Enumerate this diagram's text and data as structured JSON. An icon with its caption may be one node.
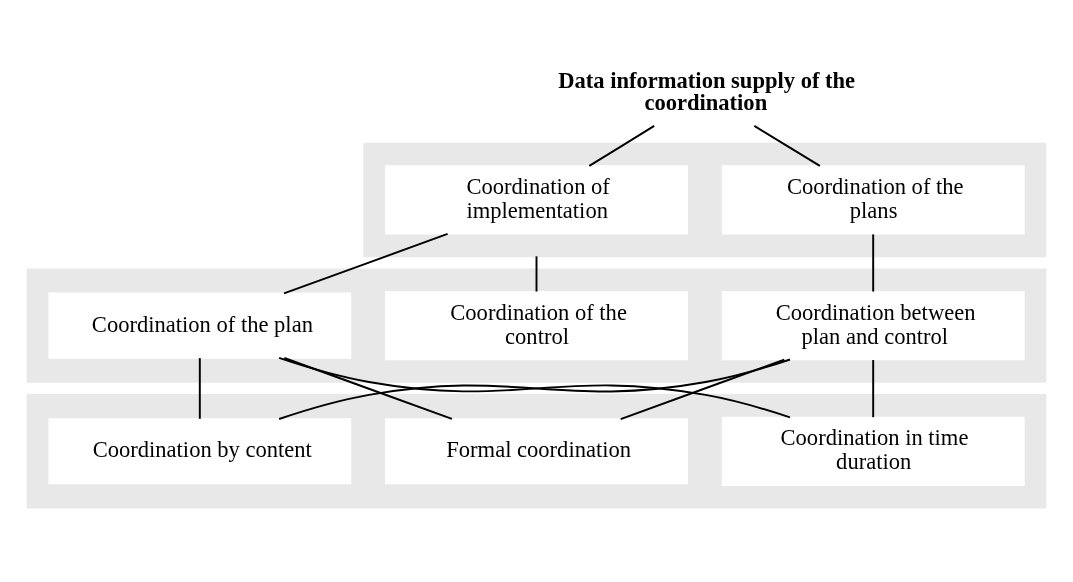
{
  "diagram": {
    "nodes": [
      {
        "text": [
          "Data information supply of the coordination"
        ]
      },
      {
        "text": [],
        "shape": "box"
      },
      {
        "text": [
          "Coordination of implementation"
        ],
        "in": 1
      },
      {
        "text": [
          "Coordination of the plans"
        ],
        "in": 1
      },
      {
        "text": [],
        "shape": "box"
      },
      {
        "text": [
          "Coordination of the plan"
        ],
        "in": 4
      },
      {
        "text": [
          "Coordination of the control"
        ],
        "in": 4
      },
      {
        "text": [
          "Coordination between plan and control"
        ],
        "in": 4
      },
      {
        "text": [],
        "shape": "box"
      },
      {
        "text": [
          "Coordination in time duration"
        ],
        "in": 8
      },
      {
        "text": [
          "Coordination by content"
        ],
        "in": 8
      },
      {
        "text": [
          "Formal coordination"
        ],
        "in": 8
      }
    ],
    "edges": [
      {
        "from": 0,
        "to": 2,
        "arrow": "none"
      },
      {
        "from": 0,
        "to": 3,
        "arrow": "none"
      },
      {
        "from": 2,
        "to": 5,
        "arrow": "none"
      },
      {
        "from": 1,
        "to": 6,
        "arrow": "none"
      },
      {
        "from": 3,
        "to": 7,
        "arrow": "none"
      },
      {
        "from": 5,
        "to": 9,
        "arrow": "none"
      },
      {
        "from": 5,
        "to": 10,
        "arrow": "none"
      },
      {
        "from": 5,
        "to": 11,
        "arrow": "none"
      },
      {
        "from": 7,
        "to": 9,
        "arrow": "none"
      },
      {
        "from": 7,
        "to": 10,
        "arrow": "none"
      },
      {
        "from": 7,
        "to": 11,
        "arrow": "none"
      }
    ]
  }
}
